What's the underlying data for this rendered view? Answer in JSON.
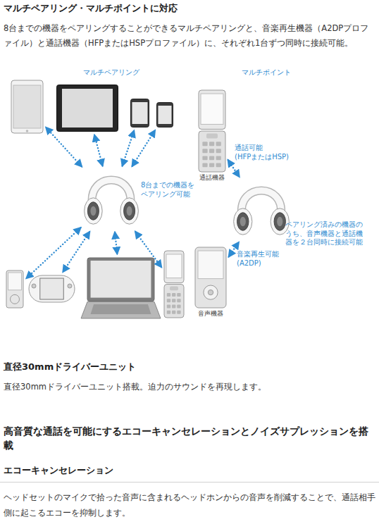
{
  "diagram": {
    "title": "マルチペアリング・マルチポイントに対応",
    "nodes": [
      {
        "text": []
      },
      {
        "text": []
      },
      {
        "text": []
      },
      {
        "text": []
      },
      {
        "text": [
          "通話機器"
        ]
      },
      {
        "text": [
          "8台までの機器をペアリング可能"
        ]
      },
      {
        "text": [
          "ペアリング済みの機器のうち、音声機器と通話機器を２台同時に接続可能"
        ]
      },
      {
        "text": []
      },
      {
        "text": []
      },
      {
        "text": []
      },
      {
        "text": []
      },
      {
        "text": [
          "音声機器"
        ]
      }
    ],
    "edges": [
      {
        "from": 5,
        "to": 0,
        "arrow": "both"
      },
      {
        "from": 5,
        "to": 1,
        "arrow": "both"
      },
      {
        "from": 5,
        "to": 2,
        "arrow": "both"
      },
      {
        "from": 5,
        "to": 3,
        "arrow": "both"
      },
      {
        "from": 5,
        "to": 7,
        "arrow": "both"
      },
      {
        "from": 5,
        "to": 8,
        "arrow": "both"
      },
      {
        "from": 5,
        "to": 9,
        "arrow": "both"
      },
      {
        "from": 5,
        "to": 10,
        "arrow": "both"
      },
      {
        "from": 4,
        "to": 6,
        "label": "通話可能 (HFPまたはHSP)",
        "arrow": "both"
      },
      {
        "from": 11,
        "to": 6,
        "label": "音楽再生可能 (A2DP)",
        "arrow": "both"
      }
    ],
    "labels": [
      "8台までの機器をペアリングすることができるマルチペアリングと、音楽再生機器（A2DPプロファイル）と通話機器（HFPまたはHSPプロファイル）に、それぞれ1台ずつ同時に接続可能。",
      "マルチペアリング",
      "マルチポイント",
      "直径30mmドライバーユニット",
      "直径30mmドライバーユニット搭載。迫力のサウンドを再現します。",
      "高音質な通話を可能にするエコーキャンセレーションとノイズサプレッションを搭載",
      "エコーキャンセレーション",
      "ヘッドセットのマイクで拾った音声に含まれるヘッドホンからの音声を削減することで、通話相手側に起こるエコーを抑制します。"
    ]
  }
}
